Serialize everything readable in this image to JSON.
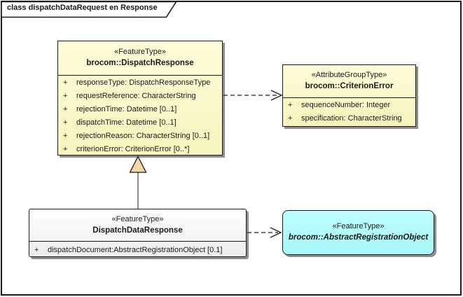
{
  "diagram_title": "class dispatchDataRequest en Response",
  "colors": {
    "class_fill_yellow": "#fbf8c9",
    "class_fill_cyan": "#b3fefe",
    "class_fill_white": "#f5f5f5",
    "generalization_triangle_tan": "#f3d7a4",
    "border_black": "#1c1c1c",
    "shadow_gray": "#8e8e8e"
  },
  "boxes": {
    "dispatchResponse": {
      "stereotype": "«FeatureType»",
      "name": "brocom::DispatchResponse",
      "attributes": [
        {
          "visibility": "+",
          "signature": "responseType: DispatchResponseType"
        },
        {
          "visibility": "+",
          "signature": "requestReference: CharacterString"
        },
        {
          "visibility": "+",
          "signature": "rejectionTime: Datetime [0..1]"
        },
        {
          "visibility": "+",
          "signature": "dispatchTime: Datetime [0..1]"
        },
        {
          "visibility": "+",
          "signature": "rejectionReason: CharacterString [0..1]"
        },
        {
          "visibility": "+",
          "signature": "criterionError: CriterionError [0..*]"
        }
      ]
    },
    "criterionError": {
      "stereotype": "«AttributeGroupType»",
      "name": "brocom::CriterionError",
      "attributes": [
        {
          "visibility": "+",
          "signature": "sequenceNumber: Integer"
        },
        {
          "visibility": "+",
          "signature": "specification: CharacterString"
        }
      ]
    },
    "dispatchDataResponse": {
      "stereotype": "«FeatureType»",
      "name": "DispatchDataResponse",
      "attributes": [
        {
          "visibility": "+",
          "signature": "dispatchDocument:AbstractRegistrationObject [0.1]"
        }
      ]
    },
    "abstractRegistrationObject": {
      "stereotype": "«FeatureType»",
      "name": "brocom::AbstractRegistrationObject"
    }
  },
  "relations": [
    {
      "type": "generalization",
      "from": "DispatchDataResponse",
      "to": "brocom::DispatchResponse"
    },
    {
      "type": "dependency",
      "from": "brocom::DispatchResponse",
      "to": "brocom::CriterionError"
    },
    {
      "type": "dependency",
      "from": "DispatchDataResponse",
      "to": "brocom::AbstractRegistrationObject"
    }
  ]
}
